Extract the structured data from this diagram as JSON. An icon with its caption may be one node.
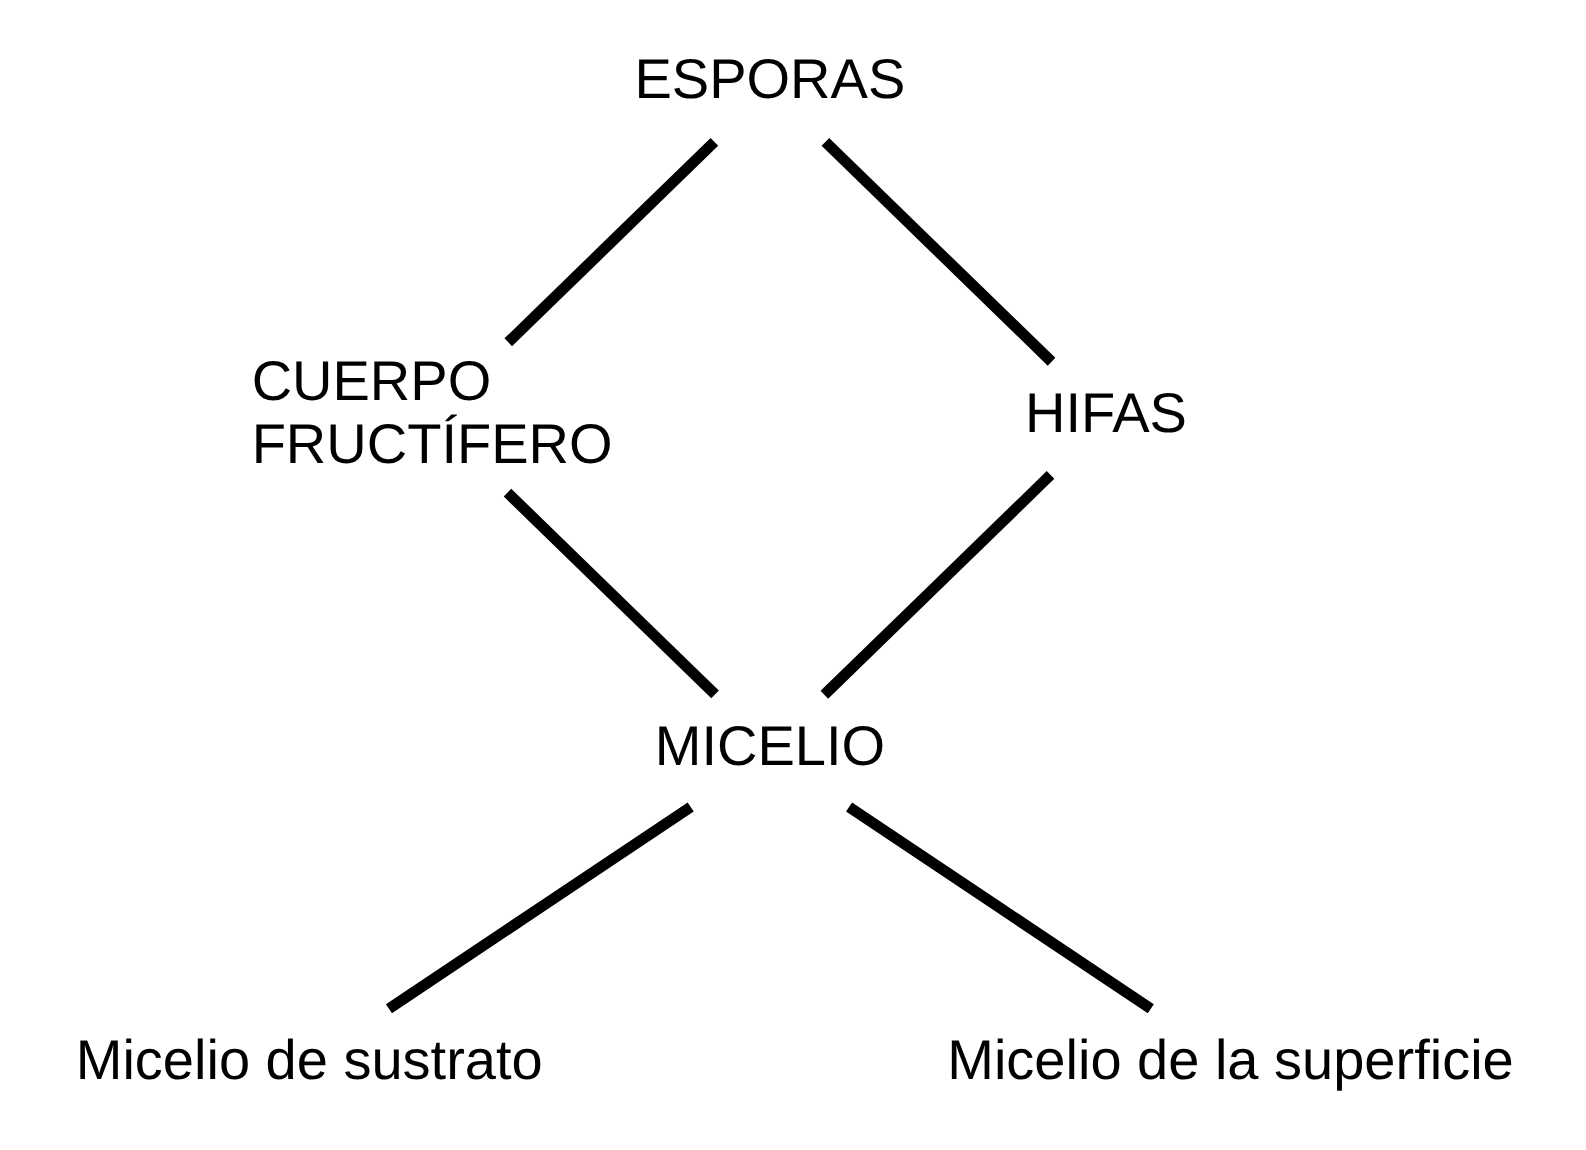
{
  "diagram": {
    "nodes": [
      {
        "text": [
          "ESPORAS"
        ]
      },
      {
        "text": [
          "CUERPO FRUCTÍFERO"
        ]
      },
      {
        "text": [
          "HIFAS"
        ]
      },
      {
        "text": [
          "MICELIO"
        ]
      },
      {
        "text": [
          "Micelio de sustrato"
        ]
      },
      {
        "text": [
          "Micelio de la superficie"
        ]
      }
    ],
    "edges": [
      {
        "from": 0,
        "to": 1,
        "arrow": "none"
      },
      {
        "from": 0,
        "to": 2,
        "arrow": "none"
      },
      {
        "from": 1,
        "to": 3,
        "arrow": "none"
      },
      {
        "from": 2,
        "to": 3,
        "arrow": "none"
      },
      {
        "from": 3,
        "to": 4,
        "arrow": "none"
      },
      {
        "from": 3,
        "to": 5,
        "arrow": "none"
      }
    ]
  }
}
